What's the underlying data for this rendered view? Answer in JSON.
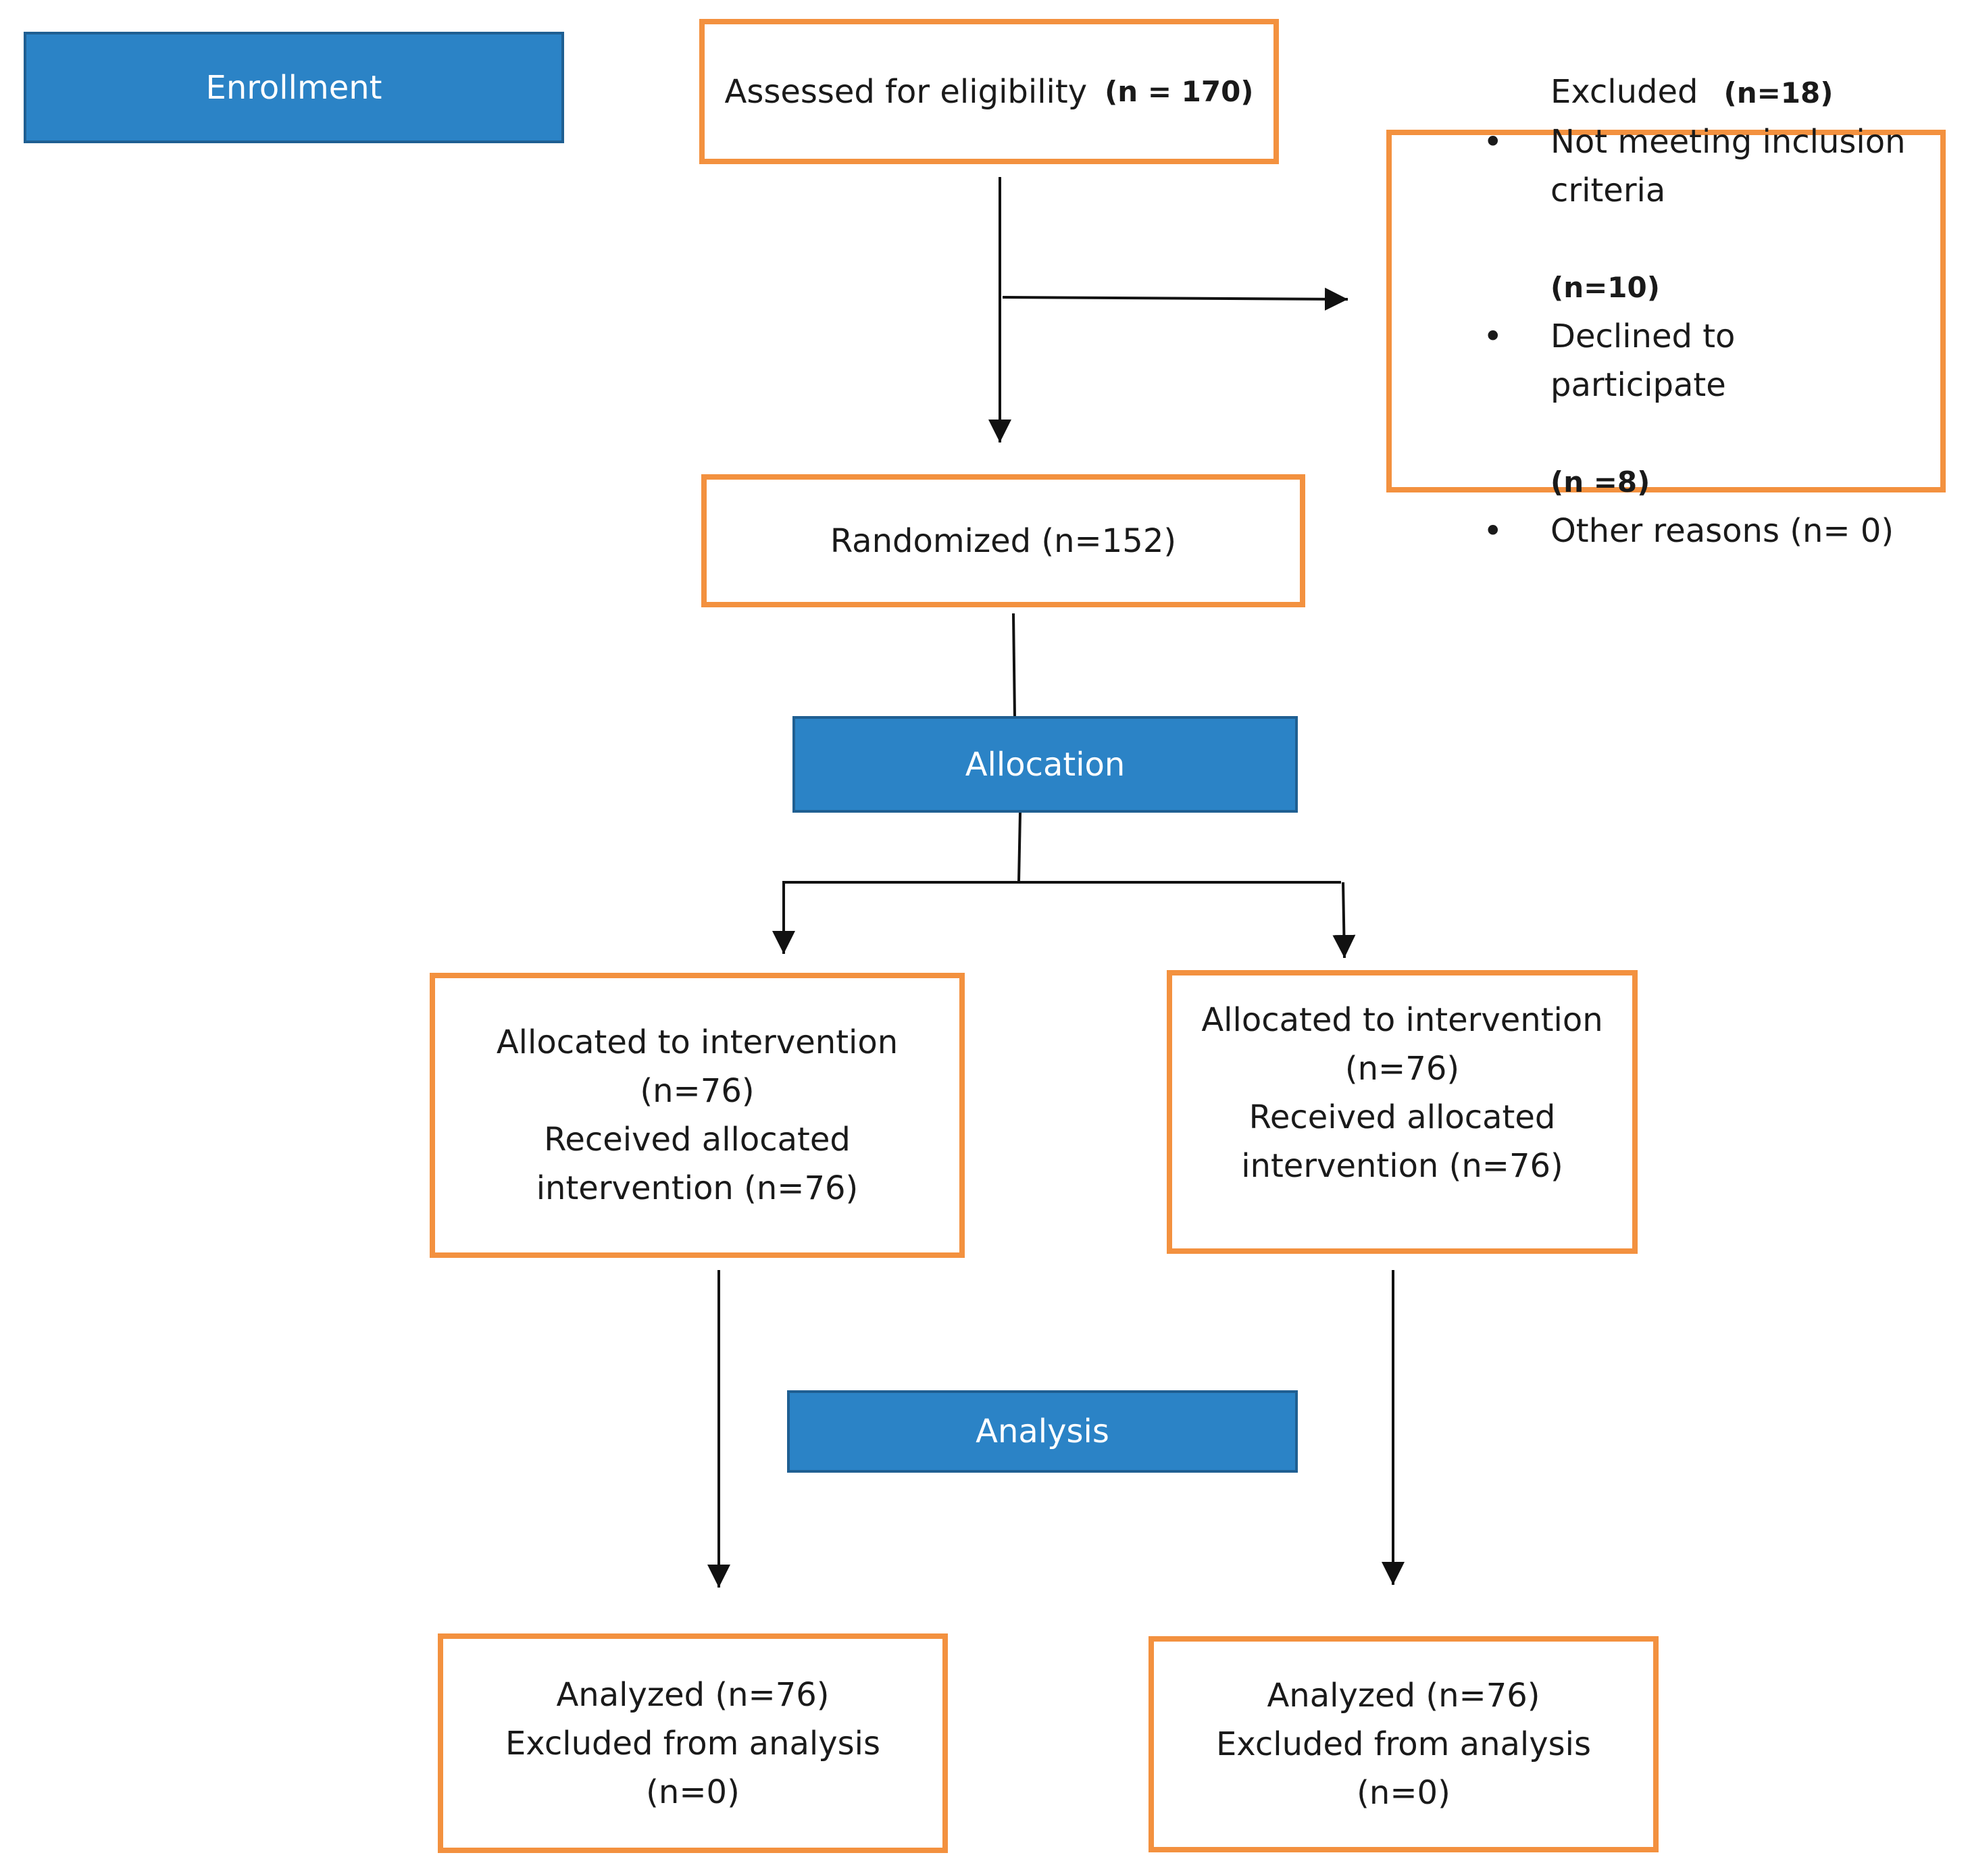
{
  "stages": {
    "enrollment": "Enrollment",
    "allocation": "Allocation",
    "analysis": "Analysis"
  },
  "assessed": {
    "label": "Assessed for eligibility",
    "n": "(n = 170)"
  },
  "excluded": {
    "title": "Excluded",
    "n": "(n=18)",
    "reasons": [
      {
        "line1": "Not meeting inclusion",
        "line2": "criteria",
        "n": "(n=10)"
      },
      {
        "line1": "Declined to",
        "line2": "participate",
        "n": "(n =8)"
      },
      {
        "line1": "Other reasons (n= 0)"
      }
    ]
  },
  "randomized": "Randomized (n=152)",
  "allocation_groups": [
    {
      "line1": "Allocated to intervention",
      "line2": "(n=76)",
      "line3": "Received allocated",
      "line4": "intervention (n=76)"
    },
    {
      "line1": "Allocated to intervention",
      "line2": "(n=76)",
      "line3": "Received allocated",
      "line4": "intervention (n=76)"
    }
  ],
  "analysis_groups": [
    {
      "line1": "Analyzed (n=76)",
      "line2": "Excluded from analysis",
      "line3": "(n=0)"
    },
    {
      "line1": "Analyzed (n=76)",
      "line2": "Excluded from analysis",
      "line3": "(n=0)"
    }
  ],
  "colors": {
    "box_border": "#f3913f",
    "stage_fill": "#2b83c6",
    "connector": "#111111"
  }
}
